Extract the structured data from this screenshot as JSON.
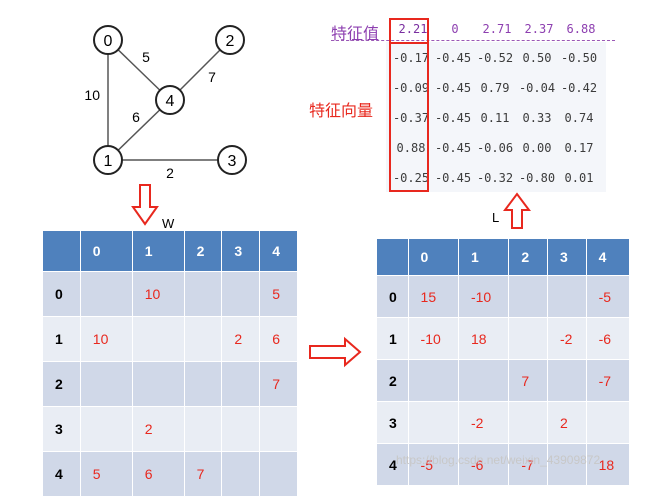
{
  "graph": {
    "nodes": [
      "0",
      "1",
      "2",
      "3",
      "4"
    ],
    "edges": [
      {
        "from": "0",
        "to": "1",
        "weight": "10"
      },
      {
        "from": "0",
        "to": "4",
        "weight": "5"
      },
      {
        "from": "1",
        "to": "4",
        "weight": "6"
      },
      {
        "from": "4",
        "to": "2",
        "weight": "7"
      },
      {
        "from": "1",
        "to": "3",
        "weight": "2"
      }
    ]
  },
  "w_label": "W",
  "l_label": "L",
  "w_matrix": {
    "header": [
      "",
      "0",
      "1",
      "2",
      "3",
      "4"
    ],
    "rows": [
      [
        "0",
        "",
        "10",
        "",
        "",
        "5"
      ],
      [
        "1",
        "10",
        "",
        "",
        "2",
        "6"
      ],
      [
        "2",
        "",
        "",
        "",
        "",
        "7"
      ],
      [
        "3",
        "",
        "2",
        "",
        "",
        ""
      ],
      [
        "4",
        "5",
        "6",
        "7",
        "",
        ""
      ]
    ]
  },
  "l_matrix": {
    "header": [
      "",
      "0",
      "1",
      "2",
      "3",
      "4"
    ],
    "rows": [
      [
        "0",
        "15",
        "-10",
        "",
        "",
        "-5"
      ],
      [
        "1",
        "-10",
        "18",
        "",
        "-2",
        "-6"
      ],
      [
        "2",
        "",
        "",
        "7",
        "",
        "-7"
      ],
      [
        "3",
        "",
        "-2",
        "",
        "2",
        ""
      ],
      [
        "4",
        "-5",
        "-6",
        "-7",
        "",
        "18"
      ]
    ]
  },
  "eigen": {
    "eigenvalue_label": "特征值",
    "eigenvector_label": "特征向量",
    "eigenvalues": [
      "2.21",
      "0",
      "2.71",
      "2.37",
      "6.88"
    ],
    "eigenvectors": [
      [
        "-0.17",
        "-0.45",
        "-0.52",
        "0.50",
        "-0.50"
      ],
      [
        "-0.09",
        "-0.45",
        "0.79",
        "-0.04",
        "-0.42"
      ],
      [
        "-0.37",
        "-0.45",
        "0.11",
        "0.33",
        "0.74"
      ],
      [
        "0.88",
        "-0.45",
        "-0.06",
        "0.00",
        "0.17"
      ],
      [
        "-0.25",
        "-0.45",
        "-0.32",
        "-0.80",
        "0.01"
      ]
    ]
  },
  "watermark": "https://blog.csdn.net/weixin_43909872",
  "colors": {
    "header_blue": "#4f81bd",
    "value_red": "#e8281e",
    "eigen_purple": "#8d3fb0"
  }
}
